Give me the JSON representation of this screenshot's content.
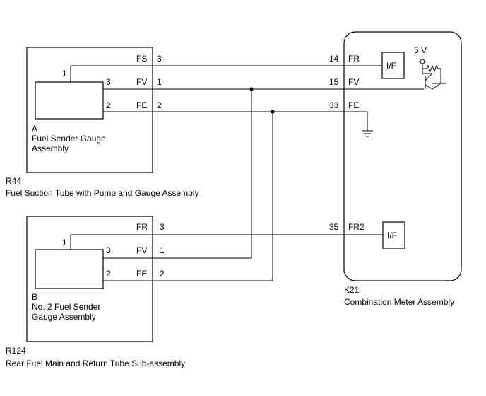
{
  "r44": {
    "id": "R44",
    "name": "Fuel Suction Tube with Pump and Gauge Assembly",
    "sensor_letter": "A",
    "sensor_name_1": "Fuel Sender Gauge",
    "sensor_name_2": "Assembly",
    "sensor_pins": [
      "1",
      "3",
      "2"
    ],
    "connector_pins": [
      {
        "label": "FS",
        "num": "3"
      },
      {
        "label": "FV",
        "num": "1"
      },
      {
        "label": "FE",
        "num": "2"
      }
    ]
  },
  "r124": {
    "id": "R124",
    "name": "Rear Fuel Main and Return Tube Sub-assembly",
    "sensor_letter": "B",
    "sensor_name_1": "No. 2 Fuel Sender",
    "sensor_name_2": "Gauge Assembly",
    "sensor_pins": [
      "1",
      "3",
      "2"
    ],
    "connector_pins": [
      {
        "label": "FR",
        "num": "3"
      },
      {
        "label": "FV",
        "num": "1"
      },
      {
        "label": "FE",
        "num": "2"
      }
    ]
  },
  "k21": {
    "id": "K21",
    "name": "Combination Meter Assembly",
    "pins": [
      {
        "num": "14",
        "label": "FR"
      },
      {
        "num": "15",
        "label": "FV"
      },
      {
        "num": "33",
        "label": "FE"
      },
      {
        "num": "35",
        "label": "FR2"
      }
    ],
    "if_label_1": "I/F",
    "if_label_2": "I/F",
    "voltage": "5 V"
  }
}
